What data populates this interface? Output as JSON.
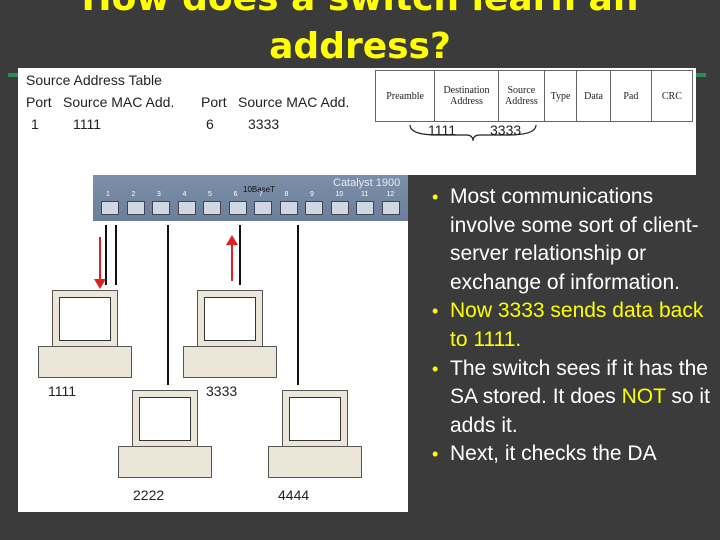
{
  "title": {
    "line1": "How does a switch learn an",
    "line2": "address?"
  },
  "sat": {
    "heading": "Source Address Table",
    "col_port1": "Port",
    "col_mac1": "Source MAC Add.",
    "col_port2": "Port",
    "col_mac2": "Source MAC Add.",
    "rows": [
      {
        "port": "1",
        "mac": "1111"
      },
      {
        "port": "6",
        "mac": "3333"
      }
    ]
  },
  "frame": {
    "fields": [
      "Preamble",
      "Destination Address",
      "Source Address",
      "Type",
      "Data",
      "Pad",
      "CRC"
    ],
    "dest_value": "1111",
    "src_value": "3333"
  },
  "switch": {
    "label": "Switch",
    "model": "Catalyst 1900",
    "brand": "10BaseT",
    "ports": [
      "1",
      "2",
      "3",
      "4",
      "5",
      "6",
      "7",
      "8",
      "9",
      "10",
      "11",
      "12"
    ]
  },
  "hosts": [
    {
      "label": "1111"
    },
    {
      "label": "3333"
    },
    {
      "label": "2222"
    },
    {
      "label": "4444"
    }
  ],
  "bullets": [
    {
      "text": "Most communications involve some sort of client-server relationship or exchange of information.",
      "color": "white"
    },
    {
      "text": "Now 3333 sends data back to 1111.",
      "color": "yellow"
    },
    {
      "pre": "The switch sees if it has the SA stored.  It does ",
      "em": "NOT",
      "post": " so it adds it."
    },
    {
      "text": "Next, it checks the DA",
      "color": "white"
    }
  ],
  "colors": {
    "background": "#3b3b3b",
    "title": "#ffff00",
    "accent": "#ff0000",
    "switch": "#6b7f9b"
  }
}
